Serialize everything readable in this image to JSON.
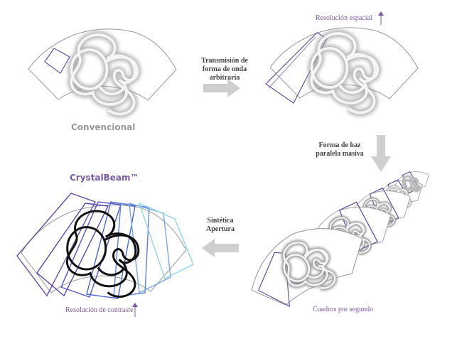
{
  "labels": {
    "conventional": "Convencional",
    "transmission": "Transmisión de\nforma de onda\narbitraria",
    "spatial_resolution": "Resolución espacial",
    "massive_parallel": "Forma de haz\nparalela masiva",
    "frames_per_second": "Cuadros por segundo",
    "synthetic_aperture": "Sintética\nApertura",
    "crystalbeam": "CrystalBeam™",
    "contrast_resolution": "Resolución de contraste"
  },
  "colors": {
    "outline": "#8a8a8a",
    "arrow_gray": "#c8c8c8",
    "purple": "#6a4fa3",
    "accent_purple": "#7a5aa6",
    "beam_blue": "#5a6fd0",
    "beam_cyan": "#8fd0e8",
    "text_gray": "#9a9a9a"
  }
}
